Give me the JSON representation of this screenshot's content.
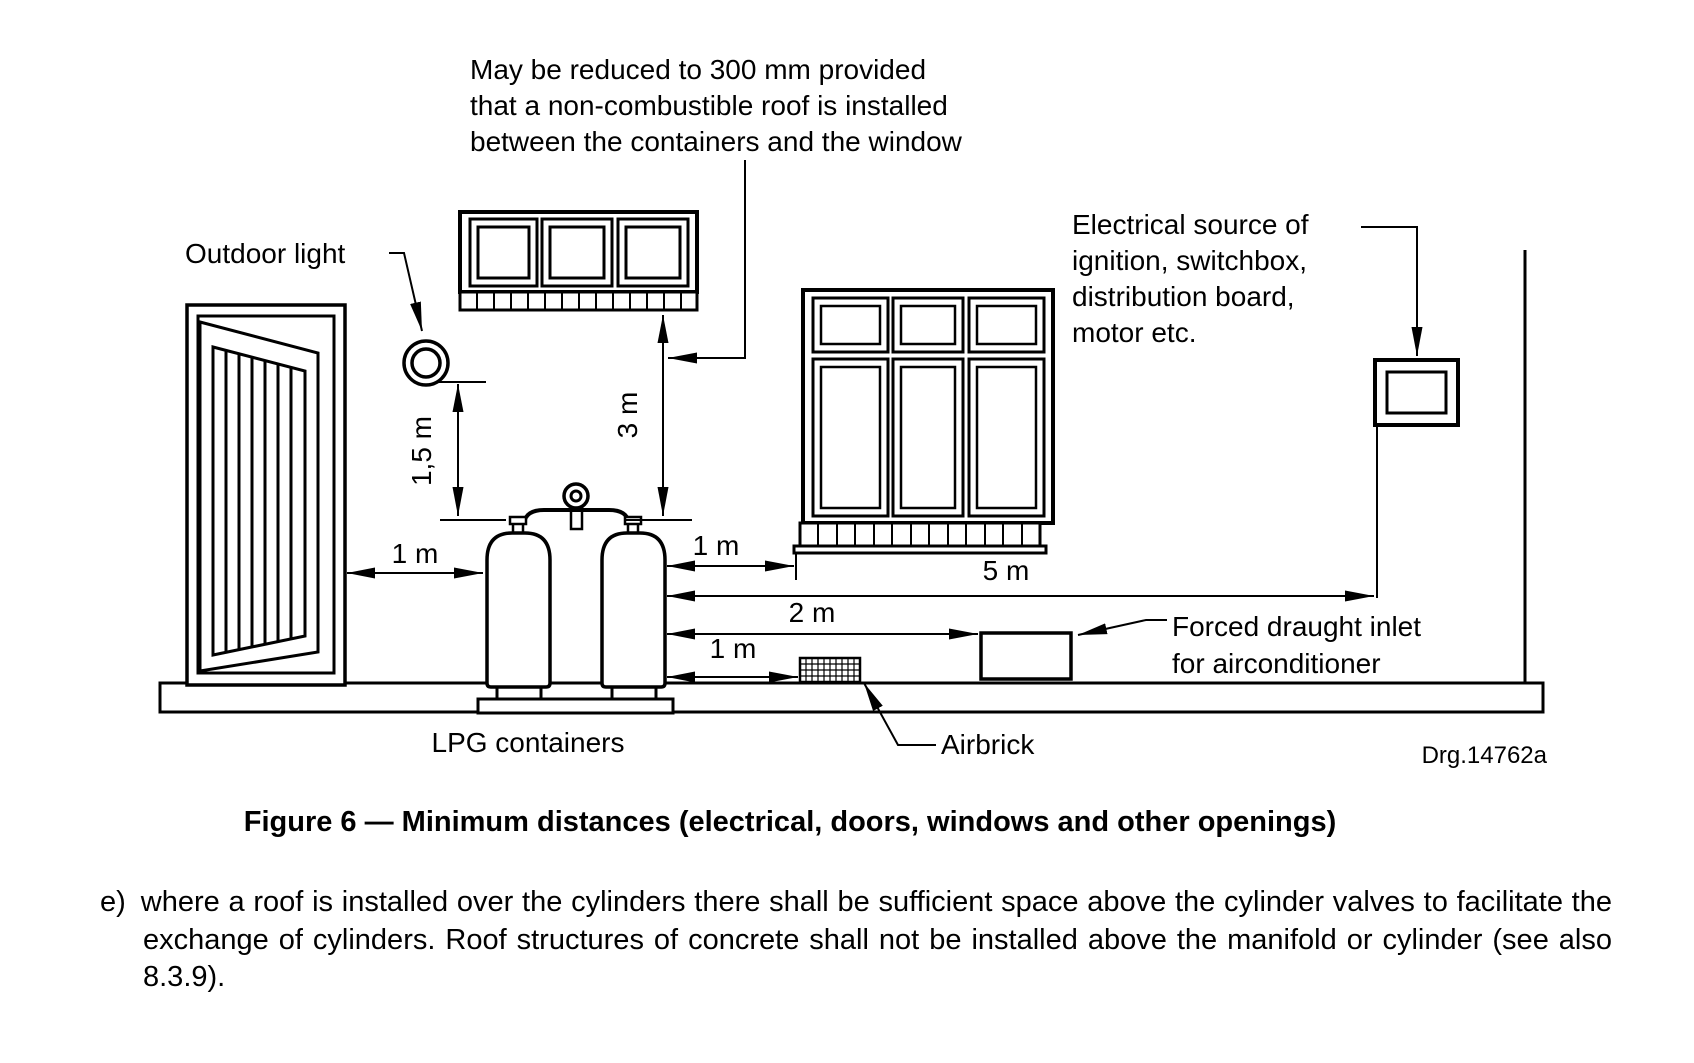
{
  "figure": {
    "note_reduced": {
      "line1": "May be reduced to 300 mm provided",
      "line2": "that a non-combustible roof is installed",
      "line3": "between the containers and the window"
    },
    "outdoor_light_label": "Outdoor light",
    "electrical_label": {
      "line1": "Electrical source of",
      "line2": "ignition, switchbox,",
      "line3": "distribution board,",
      "line4": "motor etc."
    },
    "forced_draught_label": {
      "line1": "Forced draught inlet",
      "line2": "for airconditioner"
    },
    "airbrick_label": "Airbrick",
    "lpg_label": "LPG containers",
    "drawing_number": "Drg.14762a",
    "dim_door_to_cylinder": "1 m",
    "dim_light_height": "1,5 m",
    "dim_window_above": "3 m",
    "dim_cylinder_to_window": "1 m",
    "dim_cylinder_to_switchbox": "5 m",
    "dim_cylinder_to_inlet": "2 m",
    "dim_cylinder_to_airbrick": "1 m"
  },
  "caption": "Figure 6 — Minimum distances (electrical, doors, windows and other openings)",
  "clause": {
    "marker": "e)",
    "text": "where a roof is installed over the cylinders there shall be sufficient space above the cylinder valves to facilitate the exchange of cylinders. Roof structures of concrete shall not be installed above the manifold or cylinder (see also 8.3.9)."
  },
  "colors": {
    "ink": "#000000",
    "paper": "#ffffff"
  }
}
